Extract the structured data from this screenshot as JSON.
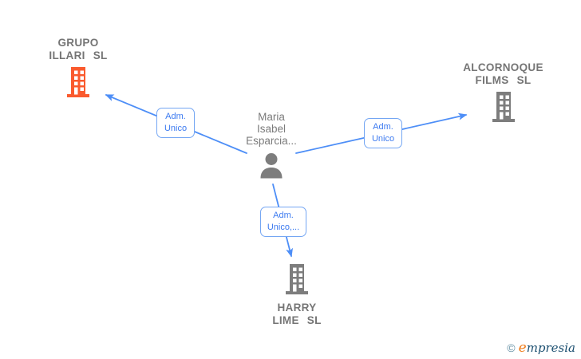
{
  "person": {
    "name_lines": [
      "Maria",
      "Isabel",
      "Esparcia..."
    ]
  },
  "companies": [
    {
      "name_lines": [
        "GRUPO",
        "ILLARI SL"
      ]
    },
    {
      "name_lines": [
        "ALCORNOQUE",
        "FILMS SL"
      ]
    },
    {
      "name_lines": [
        "HARRY",
        "LIME SL"
      ]
    }
  ],
  "edge_labels": [
    {
      "lines": [
        "Adm.",
        "Unico"
      ]
    },
    {
      "lines": [
        "Adm.",
        "Unico"
      ]
    },
    {
      "lines": [
        "Adm.",
        "Unico,..."
      ]
    }
  ],
  "footer": {
    "copyright_symbol": "©",
    "brand_lead": "e",
    "brand_rest": "mpresia"
  },
  "colors": {
    "edge_blue": "#4d8ef7",
    "label_border": "#74a6f3",
    "label_text": "#3d7bf0",
    "company_text": "#757575",
    "highlighted_building": "#fa5a2e",
    "neutral_building": "#7d7d7d"
  }
}
